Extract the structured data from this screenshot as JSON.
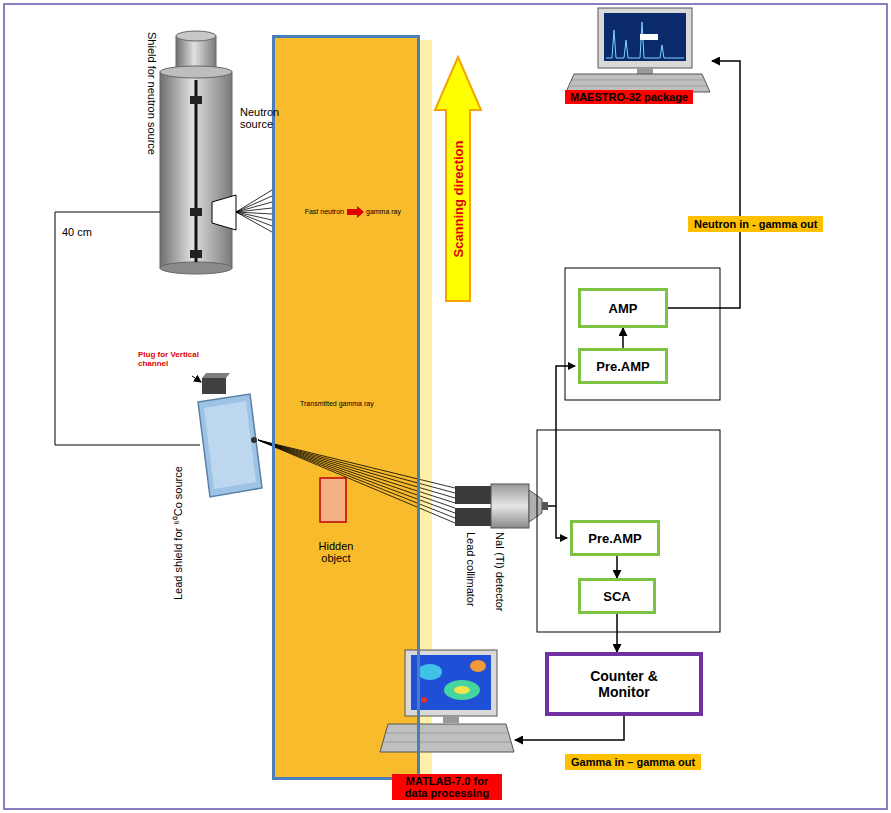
{
  "diagram": {
    "nodes": [
      {
        "text": [
          "Fast neutron",
          "gamma ray",
          "Transmitted gamma ray"
        ]
      },
      {
        "text": [
          "Hidden object"
        ],
        "in": 0
      },
      {
        "text": [
          "Scanning direction"
        ]
      },
      {
        "text": [
          "MAESTRO-32 package"
        ]
      },
      {
        "text": [
          "Neutron in - gamma out"
        ]
      },
      {
        "text": [
          "AMP"
        ]
      },
      {
        "text": [
          "Pre.AMP"
        ]
      },
      {
        "text": [
          "Pre.AMP"
        ]
      },
      {
        "text": [
          "SCA"
        ]
      },
      {
        "text": [
          "Counter & Monitor"
        ]
      },
      {
        "text": [
          "Gamma in – gamma out"
        ]
      },
      {
        "text": [
          "MATLAB-7.0 for data processing"
        ]
      }
    ],
    "edges": [
      {
        "from": 6,
        "to": 5,
        "arrow": "to"
      },
      {
        "from": 5,
        "to": 3,
        "arrow": "to"
      },
      {
        "from": 7,
        "to": 8,
        "arrow": "to"
      },
      {
        "from": 8,
        "to": 9,
        "arrow": "to"
      },
      {
        "from": 9,
        "to": 11,
        "arrow": "to"
      }
    ],
    "labels": [
      "Shield for neutron source",
      "Neutron source",
      "40 cm",
      "Plug for Vertical channel",
      "Lead shield for ⁶⁰Co source",
      "Lead collimator",
      "NaI (Tl) detector"
    ]
  }
}
